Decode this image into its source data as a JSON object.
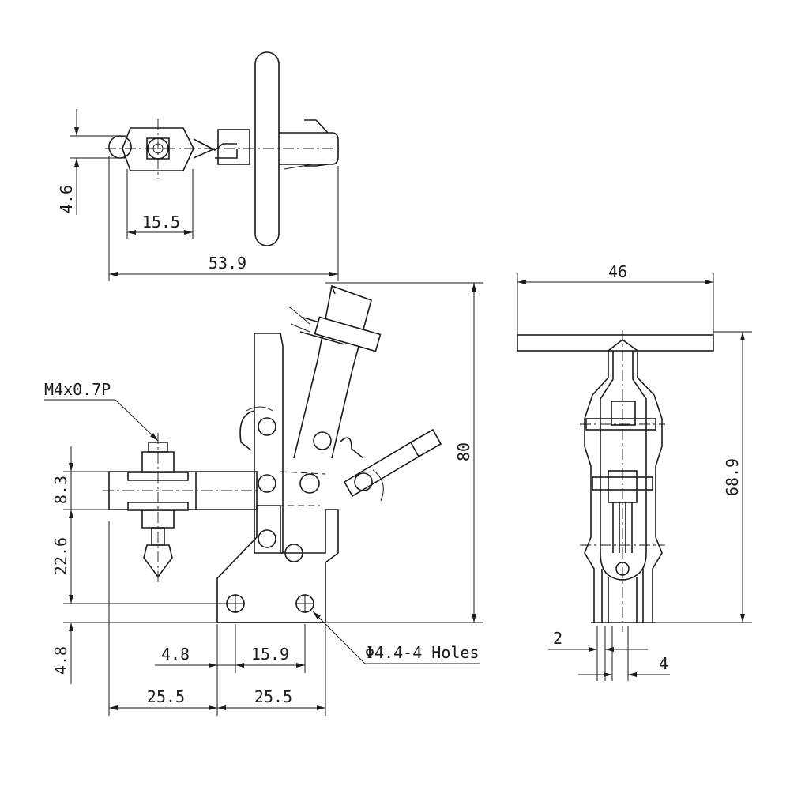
{
  "top_view": {
    "dim_width": "15.5",
    "dim_total": "53.9",
    "dim_height": "4.6"
  },
  "side_view": {
    "dim_height_total": "80",
    "thread_label": "M4x0.7P",
    "dim_spindle_band": "8.3",
    "dim_spindle_to_base": "22.6",
    "dim_base": "4.8",
    "dim_hole_offset": "4.8",
    "dim_hole_spacing": "15.9",
    "hole_callout": "Φ4.4-4 Holes",
    "dim_base_left": "25.5",
    "dim_base_right": "25.5"
  },
  "front_view": {
    "dim_handle_width": "46",
    "dim_height": "68.9",
    "dim_slot_a": "2",
    "dim_slot_b": "4"
  },
  "colors": {
    "line": "#1a1a1a",
    "background": "#ffffff"
  }
}
